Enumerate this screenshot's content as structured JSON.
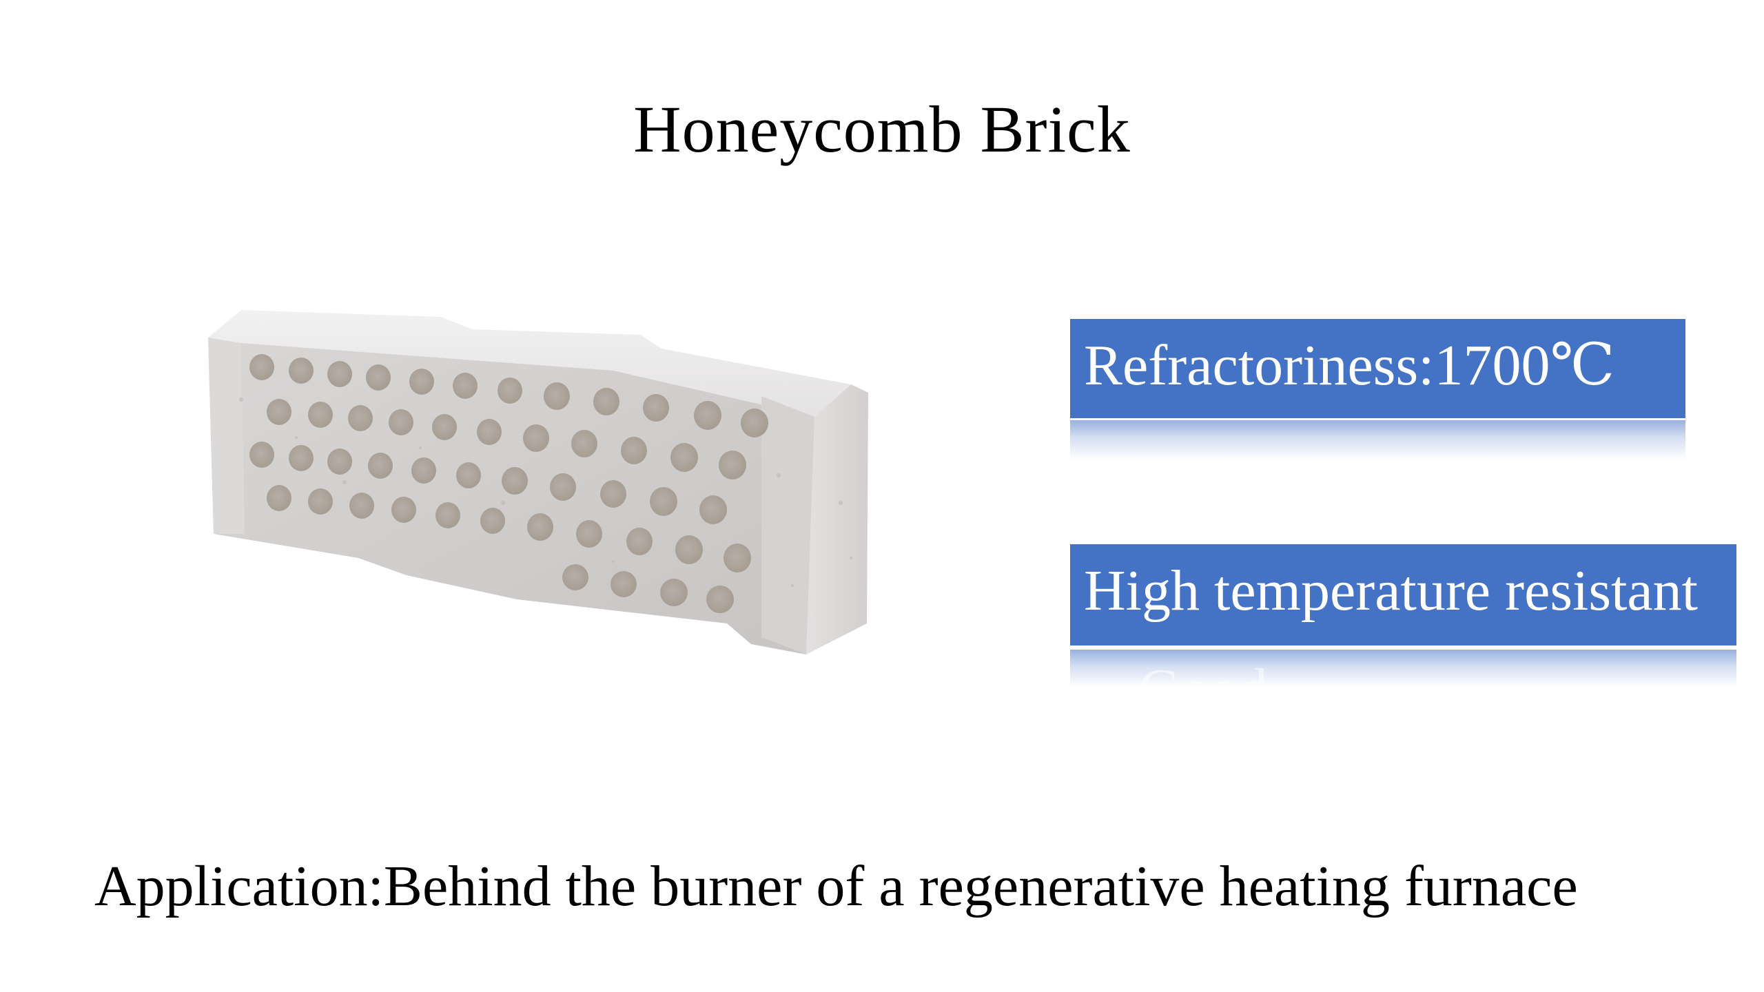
{
  "slide": {
    "title": "Honeycomb Brick",
    "features": [
      {
        "label": "Refractoriness:1700℃"
      },
      {
        "label": "High temperature resistant"
      }
    ],
    "feature_reflection_text": "Good",
    "application_text": "Application:Behind the burner of a regenerative heating furnace",
    "accent_color": "#4472c4",
    "image": {
      "subject": "honeycomb refractory brick photo"
    }
  }
}
